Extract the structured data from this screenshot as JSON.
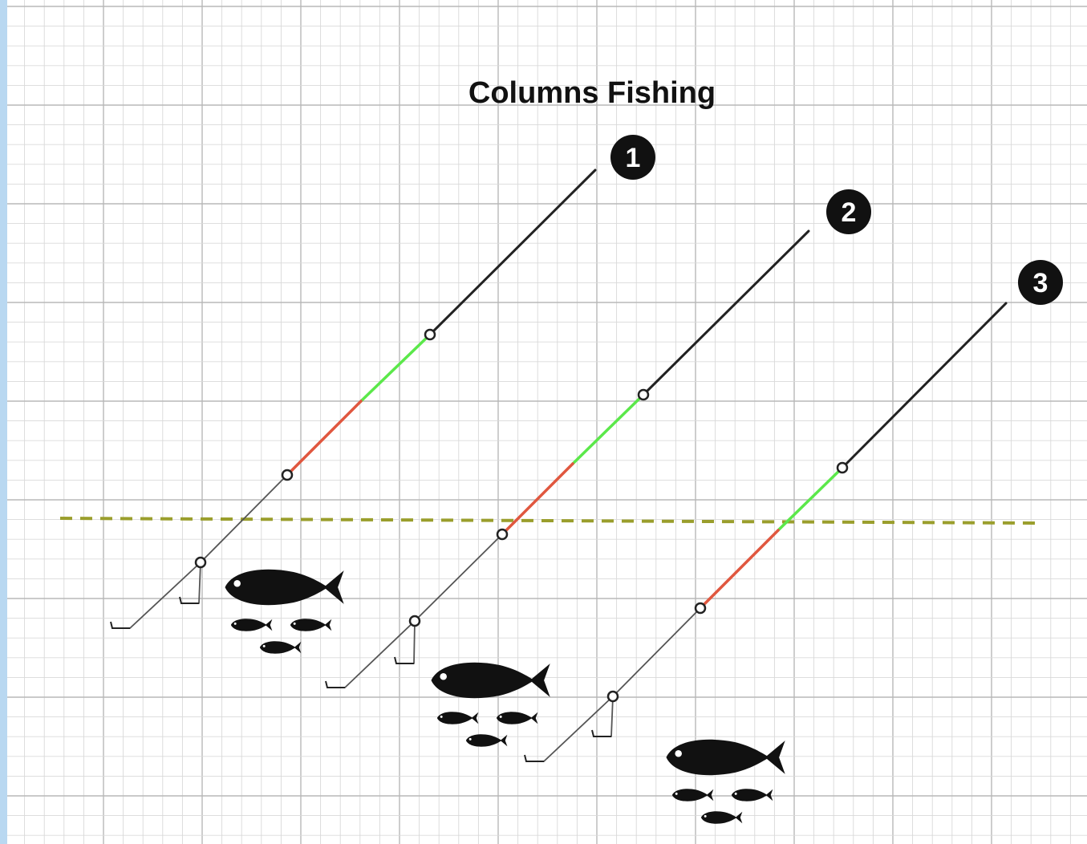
{
  "title": "Columns Fishing",
  "rigs": [
    {
      "number": "1",
      "colors": {
        "upper": "green",
        "lower": "red"
      }
    },
    {
      "number": "2",
      "colors": {
        "upper": "green",
        "lower": "red"
      }
    },
    {
      "number": "3",
      "colors": {
        "upper": "green",
        "lower": "red"
      }
    }
  ],
  "colors": {
    "background": "#ffffff",
    "grid_minor": "#d9d9d9",
    "grid_major": "#b8b8b8",
    "left_edge": "#b9d8f1",
    "main_line": "#222222",
    "leader_line": "#555555",
    "green_section": "#5be84a",
    "red_section": "#e0573f",
    "dashed_level": "#9a9e2c",
    "fish": "#111111",
    "badge_fill": "#111111",
    "badge_text": "#ffffff"
  },
  "icons": {
    "fish": "fish-icon",
    "hook": "hook-icon",
    "swivel": "swivel-ring-icon",
    "number_badge": "numbered-circle-icon"
  }
}
